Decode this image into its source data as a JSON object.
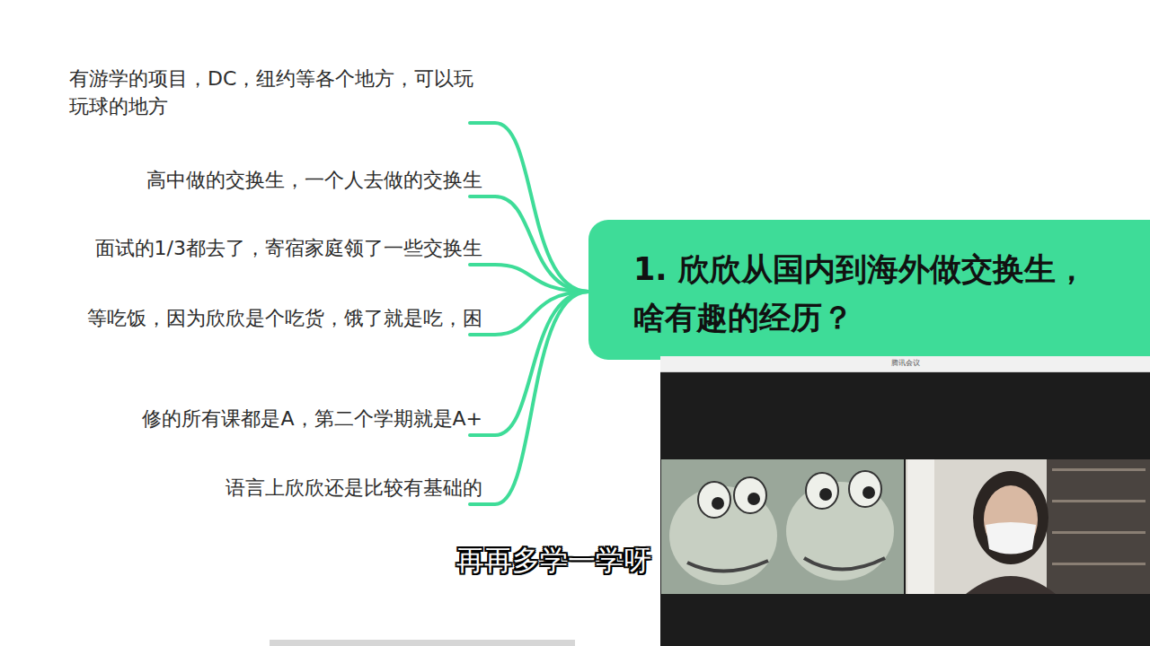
{
  "diagram": {
    "nodes": [
      {
        "text": [
          "1. 欣欣从国内到海外做交换生， 啥有趣的经历？"
        ]
      },
      {
        "text": [
          "有游学的项目，DC，纽约等各个地方，可以玩玩球的地方"
        ]
      },
      {
        "text": [
          "高中做的交换生，一个人去做的交换生"
        ]
      },
      {
        "text": [
          "面试的1/3都去了，寄宿家庭领了一些交换生"
        ]
      },
      {
        "text": [
          "等吃饭，因为欣欣是个吃货，饿了就是吃，困"
        ]
      },
      {
        "text": [
          "修的所有课都是A，第二个学期就是A+"
        ]
      },
      {
        "text": [
          "语言上欣欣还是比较有基础的"
        ]
      }
    ],
    "edges": [
      {
        "from": 0,
        "to": 1,
        "arrow": "none"
      },
      {
        "from": 0,
        "to": 2,
        "arrow": "none"
      },
      {
        "from": 0,
        "to": 3,
        "arrow": "none"
      },
      {
        "from": 0,
        "to": 4,
        "arrow": "none"
      },
      {
        "from": 0,
        "to": 5,
        "arrow": "none"
      },
      {
        "from": 0,
        "to": 6,
        "arrow": "none"
      }
    ],
    "labels": [
      "腾讯会议",
      "再再多学一学呀"
    ]
  }
}
